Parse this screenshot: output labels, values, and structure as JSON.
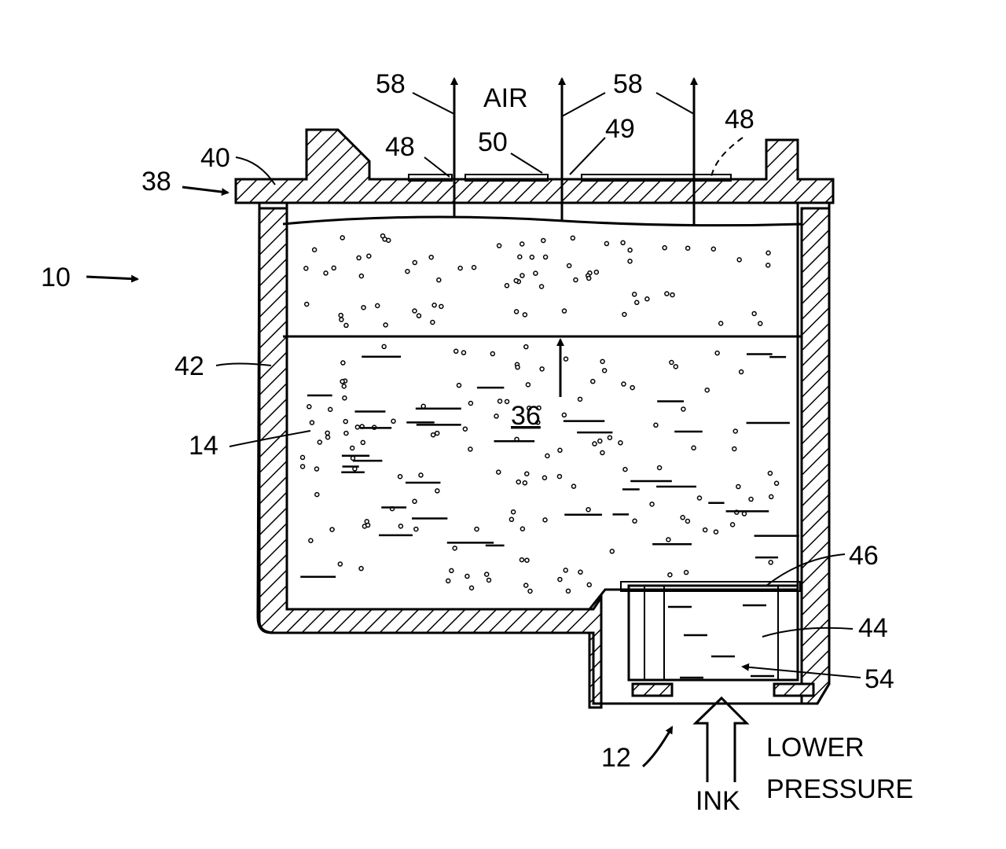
{
  "labels": {
    "l10": "10",
    "l12": "12",
    "l14": "14",
    "l36": "36",
    "l38": "38",
    "l40": "40",
    "l42": "42",
    "l44": "44",
    "l46": "46",
    "l48a": "48",
    "l48b": "48",
    "l49": "49",
    "l50": "50",
    "l54": "54",
    "l58a": "58",
    "l58b": "58",
    "air": "AIR",
    "ink": "INK",
    "lower": "LOWER",
    "pressure": "PRESSURE"
  }
}
